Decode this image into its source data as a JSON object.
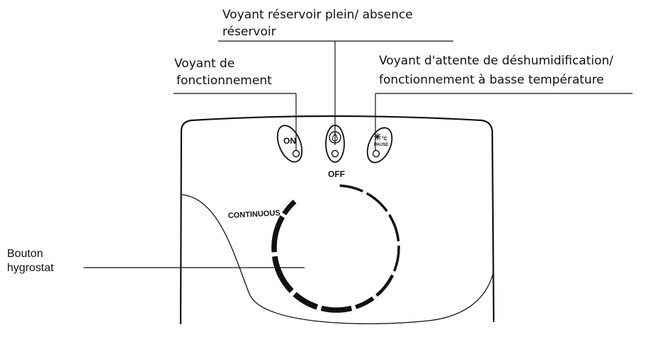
{
  "callouts": {
    "reservoir_line1": "Voyant réservoir plein/ absence",
    "reservoir_line2": "réservoir",
    "operation_line1": "Voyant de",
    "operation_line2": "fonctionnement",
    "standby_line1": "Voyant d'attente de déshumidification/",
    "standby_line2": "fonctionnement à basse température",
    "knob_line1": "Bouton",
    "knob_line2": "hygrostat"
  },
  "panel": {
    "on_label": "ON",
    "pause_label": "PAUSE",
    "off_label": "OFF",
    "continuous_label": "CONTINUOUS"
  },
  "colors": {
    "ink": "#111111",
    "background": "#ffffff"
  }
}
